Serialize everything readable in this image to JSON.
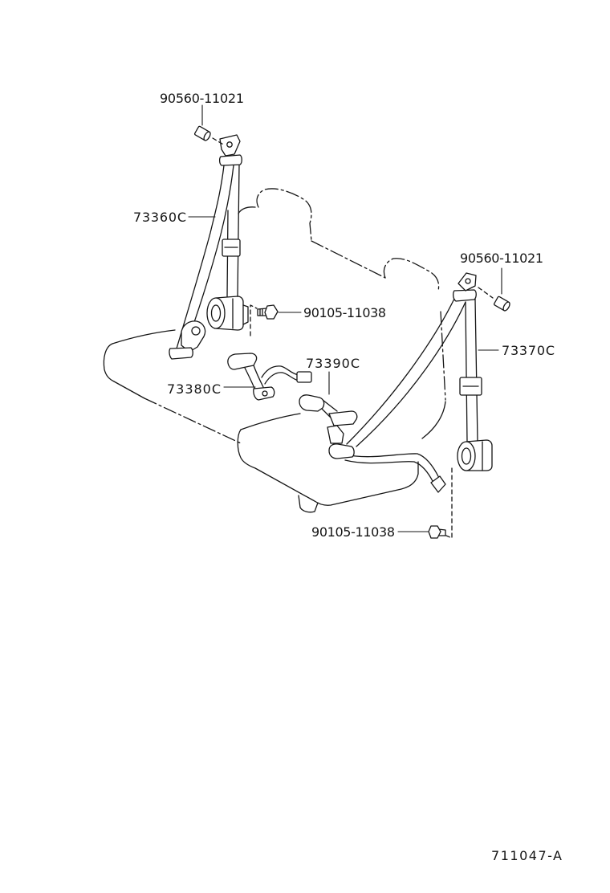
{
  "diagram": {
    "callouts": {
      "collar_upper_left": "90560-11021",
      "belt_left": "73360C",
      "bolt_left_retractor": "90105-11038",
      "collar_upper_right": "90560-11021",
      "belt_right": "73370C",
      "buckle_right": "73390C",
      "buckle_left": "73380C",
      "bolt_right_retractor": "90105-11038"
    },
    "figure_number": "711047-A"
  }
}
